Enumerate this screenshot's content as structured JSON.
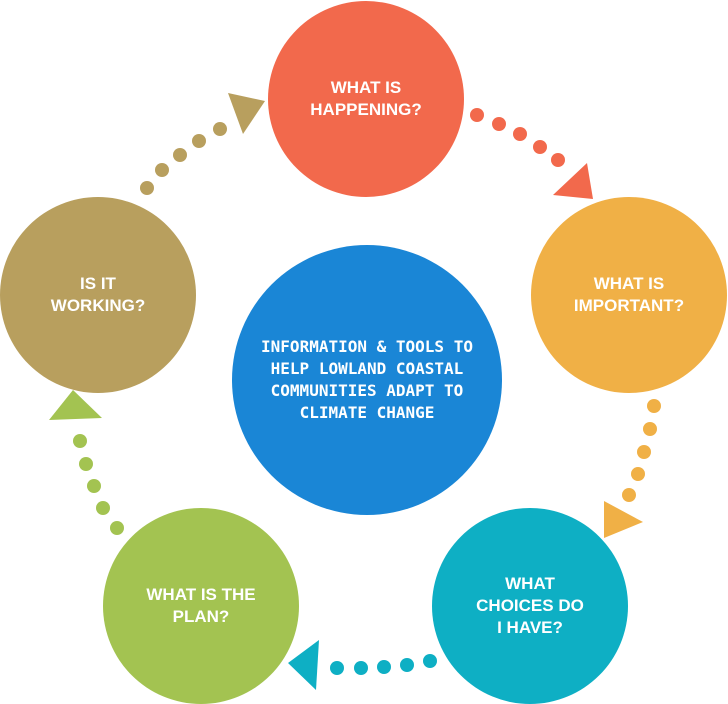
{
  "center": {
    "text": "INFORMATION & TOOLS TO\nHELP LOWLAND COASTAL\nCOMMUNITIES ADAPT TO\nCLIMATE CHANGE",
    "color": "#1a86d6"
  },
  "stages": [
    {
      "id": "happening",
      "text": "WHAT IS\nHAPPENING?",
      "color": "#f2694c"
    },
    {
      "id": "important",
      "text": "WHAT IS\nIMPORTANT?",
      "color": "#f0b046"
    },
    {
      "id": "choices",
      "text": "WHAT\nCHOICES DO\nI HAVE?",
      "color": "#0eafc4"
    },
    {
      "id": "plan",
      "text": "WHAT IS THE\nPLAN?",
      "color": "#a3c351"
    },
    {
      "id": "working",
      "text": "IS IT\nWORKING?",
      "color": "#b89f5e"
    }
  ],
  "connectors": [
    {
      "from": "happening",
      "to": "important",
      "color": "#f2694c"
    },
    {
      "from": "important",
      "to": "choices",
      "color": "#f0b046"
    },
    {
      "from": "choices",
      "to": "plan",
      "color": "#0eafc4"
    },
    {
      "from": "plan",
      "to": "working",
      "color": "#a3c351"
    },
    {
      "from": "working",
      "to": "happening",
      "color": "#b89f5e"
    }
  ]
}
